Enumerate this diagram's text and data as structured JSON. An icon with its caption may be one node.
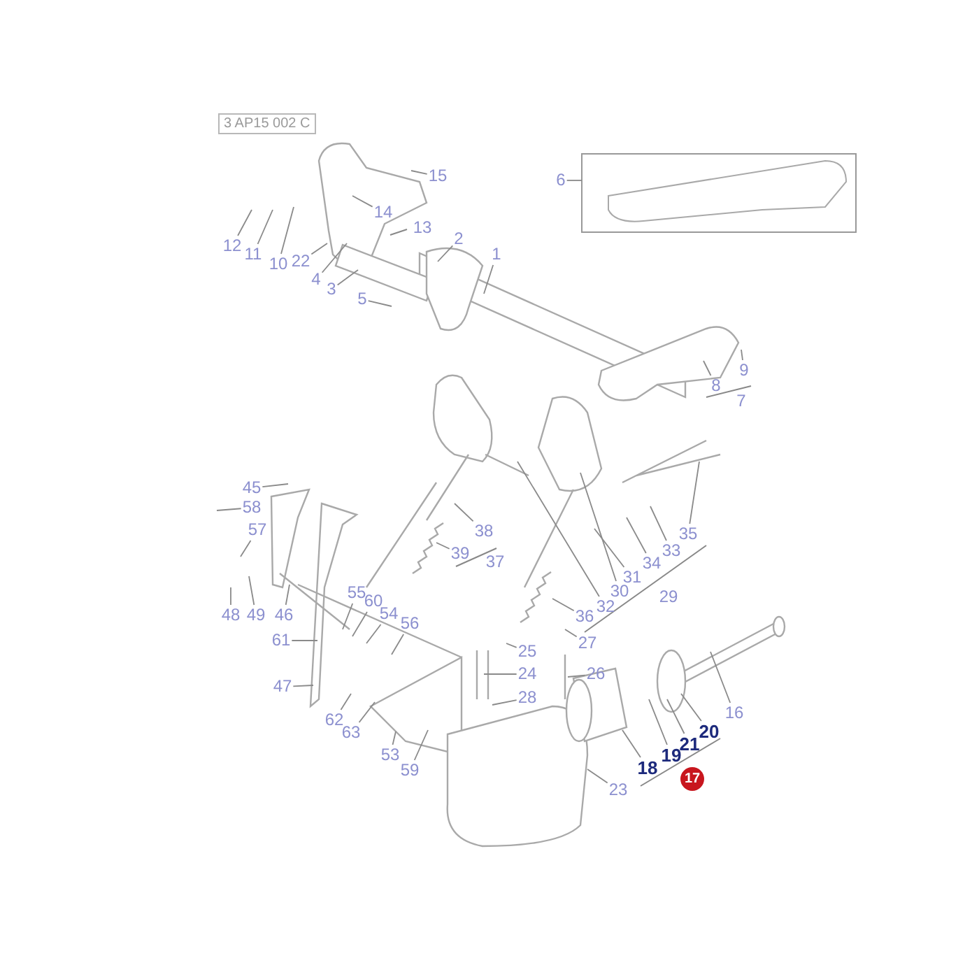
{
  "diagram": {
    "nodes": [
      {
        "text": [
          "6"
        ]
      },
      {
        "text": [
          "15"
        ]
      },
      {
        "text": [
          "14"
        ]
      },
      {
        "text": [
          "13"
        ]
      },
      {
        "text": [
          "2"
        ]
      },
      {
        "text": [
          "1"
        ]
      },
      {
        "text": [
          "12"
        ]
      },
      {
        "text": [
          "11"
        ]
      },
      {
        "text": [
          "10"
        ]
      },
      {
        "text": [
          "22"
        ]
      },
      {
        "text": [
          "4"
        ]
      },
      {
        "text": [
          "3"
        ]
      },
      {
        "text": [
          "5"
        ]
      },
      {
        "text": [
          "9"
        ]
      },
      {
        "text": [
          "8"
        ]
      },
      {
        "text": [
          "7"
        ]
      },
      {
        "text": [
          "45"
        ]
      },
      {
        "text": [
          "58"
        ]
      },
      {
        "text": [
          "57"
        ]
      },
      {
        "text": [
          "38"
        ]
      },
      {
        "text": [
          "35"
        ]
      },
      {
        "text": [
          "39"
        ]
      },
      {
        "text": [
          "37"
        ]
      },
      {
        "text": [
          "33"
        ]
      },
      {
        "text": [
          "34"
        ]
      },
      {
        "text": [
          "31"
        ]
      },
      {
        "text": [
          "29"
        ]
      },
      {
        "text": [
          "30"
        ]
      },
      {
        "text": [
          "32"
        ]
      },
      {
        "text": [
          "48"
        ]
      },
      {
        "text": [
          "49"
        ]
      },
      {
        "text": [
          "46"
        ]
      },
      {
        "text": [
          "36"
        ]
      },
      {
        "text": [
          "55"
        ]
      },
      {
        "text": [
          "60"
        ]
      },
      {
        "text": [
          "54"
        ]
      },
      {
        "text": [
          "56"
        ]
      },
      {
        "text": [
          "61"
        ]
      },
      {
        "text": [
          "27"
        ]
      },
      {
        "text": [
          "25"
        ]
      },
      {
        "text": [
          "24"
        ]
      },
      {
        "text": [
          "26"
        ]
      },
      {
        "text": [
          "47"
        ]
      },
      {
        "text": [
          "28"
        ]
      },
      {
        "text": [
          "62"
        ]
      },
      {
        "text": [
          "16"
        ]
      },
      {
        "text": [
          "20"
        ]
      },
      {
        "text": [
          "63"
        ]
      },
      {
        "text": [
          "21"
        ]
      },
      {
        "text": [
          "53"
        ]
      },
      {
        "text": [
          "19"
        ]
      },
      {
        "text": [
          "59"
        ]
      },
      {
        "text": [
          "18"
        ]
      },
      {
        "text": [
          "17"
        ]
      },
      {
        "text": [
          "23"
        ]
      }
    ],
    "edges": [
      {
        "from": 0,
        "to": null,
        "arrow": "none"
      },
      {
        "from": 1,
        "to": null,
        "arrow": "none"
      },
      {
        "from": 2,
        "to": null,
        "arrow": "none"
      },
      {
        "from": 4,
        "to": null,
        "arrow": "none"
      },
      {
        "from": 5,
        "to": null,
        "arrow": "none"
      },
      {
        "from": 6,
        "to": null,
        "arrow": "none"
      },
      {
        "from": 7,
        "to": null,
        "arrow": "none"
      },
      {
        "from": 8,
        "to": null,
        "arrow": "none"
      },
      {
        "from": 9,
        "to": null,
        "arrow": "none"
      },
      {
        "from": 10,
        "to": null,
        "arrow": "none"
      },
      {
        "from": 11,
        "to": null,
        "arrow": "none"
      },
      {
        "from": 12,
        "to": null,
        "arrow": "none"
      },
      {
        "from": 13,
        "to": null,
        "arrow": "none"
      },
      {
        "from": 14,
        "to": null,
        "arrow": "none"
      },
      {
        "from": 16,
        "to": null,
        "arrow": "none"
      },
      {
        "from": 17,
        "to": null,
        "arrow": "none"
      },
      {
        "from": 18,
        "to": null,
        "arrow": "none"
      },
      {
        "from": 19,
        "to": null,
        "arrow": "none"
      },
      {
        "from": 20,
        "to": null,
        "arrow": "none"
      },
      {
        "from": 21,
        "to": null,
        "arrow": "none"
      },
      {
        "from": 23,
        "to": null,
        "arrow": "none"
      },
      {
        "from": 24,
        "to": null,
        "arrow": "none"
      },
      {
        "from": 25,
        "to": null,
        "arrow": "none"
      },
      {
        "from": 27,
        "to": null,
        "arrow": "none"
      },
      {
        "from": 28,
        "to": null,
        "arrow": "none"
      },
      {
        "from": 29,
        "to": null,
        "arrow": "none"
      },
      {
        "from": 30,
        "to": null,
        "arrow": "none"
      },
      {
        "from": 31,
        "to": null,
        "arrow": "none"
      },
      {
        "from": 32,
        "to": null,
        "arrow": "none"
      },
      {
        "from": 33,
        "to": null,
        "arrow": "none"
      },
      {
        "from": 34,
        "to": null,
        "arrow": "none"
      },
      {
        "from": 35,
        "to": null,
        "arrow": "none"
      },
      {
        "from": 36,
        "to": null,
        "arrow": "none"
      },
      {
        "from": 37,
        "to": null,
        "arrow": "none"
      },
      {
        "from": 38,
        "to": null,
        "arrow": "none"
      },
      {
        "from": 39,
        "to": null,
        "arrow": "none"
      },
      {
        "from": 40,
        "to": null,
        "arrow": "none"
      },
      {
        "from": 41,
        "to": null,
        "arrow": "none"
      },
      {
        "from": 42,
        "to": null,
        "arrow": "none"
      },
      {
        "from": 43,
        "to": null,
        "arrow": "none"
      },
      {
        "from": 44,
        "to": null,
        "arrow": "none"
      },
      {
        "from": 45,
        "to": null,
        "arrow": "none"
      },
      {
        "from": 46,
        "to": null,
        "arrow": "none"
      },
      {
        "from": 47,
        "to": null,
        "arrow": "none"
      },
      {
        "from": 48,
        "to": null,
        "arrow": "none"
      },
      {
        "from": 49,
        "to": null,
        "arrow": "none"
      },
      {
        "from": 50,
        "to": null,
        "arrow": "none"
      },
      {
        "from": 51,
        "to": null,
        "arrow": "none"
      },
      {
        "from": 52,
        "to": null,
        "arrow": "none"
      },
      {
        "from": 54,
        "to": null,
        "arrow": "none"
      }
    ],
    "labels": [
      "3 AP15 002 C"
    ]
  }
}
